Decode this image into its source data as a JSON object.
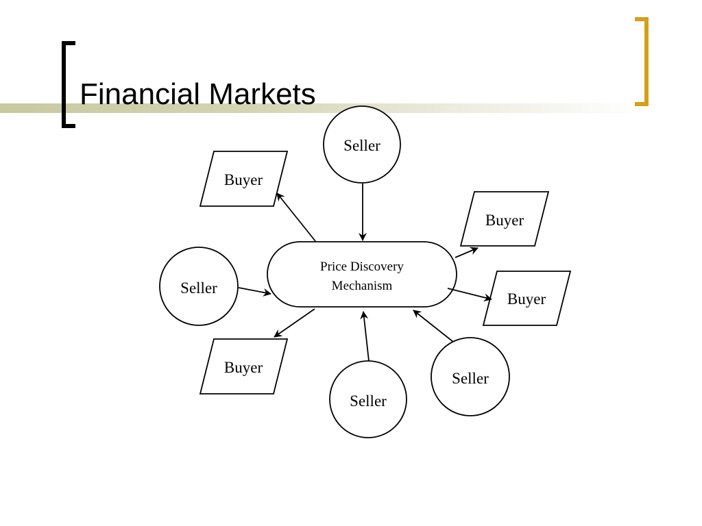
{
  "slide": {
    "title": "Financial Markets"
  },
  "colors": {
    "left_bracket": "#000000",
    "right_bracket": "#d4a017",
    "title_bar": "#c9c9a0"
  },
  "diagram": {
    "center": {
      "line1": "Price Discovery",
      "line2": "Mechanism"
    },
    "nodes": [
      {
        "shape": "circle",
        "label": "Seller"
      },
      {
        "shape": "parallelogram",
        "label": "Buyer"
      },
      {
        "shape": "parallelogram",
        "label": "Buyer"
      },
      {
        "shape": "circle",
        "label": "Seller"
      },
      {
        "shape": "parallelogram",
        "label": "Buyer"
      },
      {
        "shape": "parallelogram",
        "label": "Buyer"
      },
      {
        "shape": "circle",
        "label": "Seller"
      },
      {
        "shape": "circle",
        "label": "Seller"
      }
    ]
  }
}
